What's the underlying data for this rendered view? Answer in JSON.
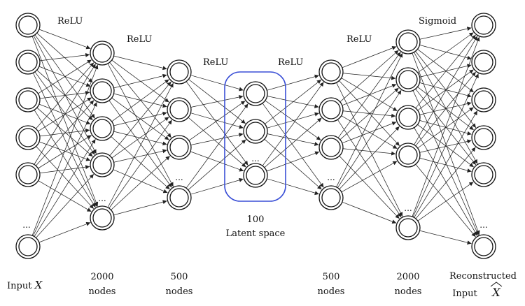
{
  "layers": [
    {
      "id": "input",
      "caption": [
        "Input ",
        "X"
      ],
      "italic_symbol": true,
      "activation": "",
      "nodes": 6,
      "ellipsis": "..."
    },
    {
      "id": "enc1",
      "caption": [
        "2000",
        "nodes"
      ],
      "activation": "ReLU",
      "nodes": 5,
      "ellipsis": "..."
    },
    {
      "id": "enc2",
      "caption": [
        "500",
        "nodes"
      ],
      "activation": "ReLU",
      "nodes": 4,
      "ellipsis": "..."
    },
    {
      "id": "latent",
      "caption": [
        "100",
        "Latent space"
      ],
      "activation": "ReLU",
      "nodes": 3,
      "ellipsis": "..."
    },
    {
      "id": "dec1",
      "caption": [
        "500",
        "nodes"
      ],
      "activation": "ReLU",
      "nodes": 4,
      "ellipsis": "..."
    },
    {
      "id": "dec2",
      "caption": [
        "2000",
        "nodes"
      ],
      "activation": "",
      "nodes": 5,
      "ellipsis": "..."
    },
    {
      "id": "output",
      "caption": [
        "Reconstructed",
        "Input "
      ],
      "output_symbol": "X",
      "activation": "Sigmoid",
      "nodes": 6,
      "ellipsis": "..."
    }
  ],
  "first_activation": "ReLU",
  "colors": {
    "latent_box": "#3a4fd6",
    "edges": "#222222",
    "nodes": "#111111"
  }
}
